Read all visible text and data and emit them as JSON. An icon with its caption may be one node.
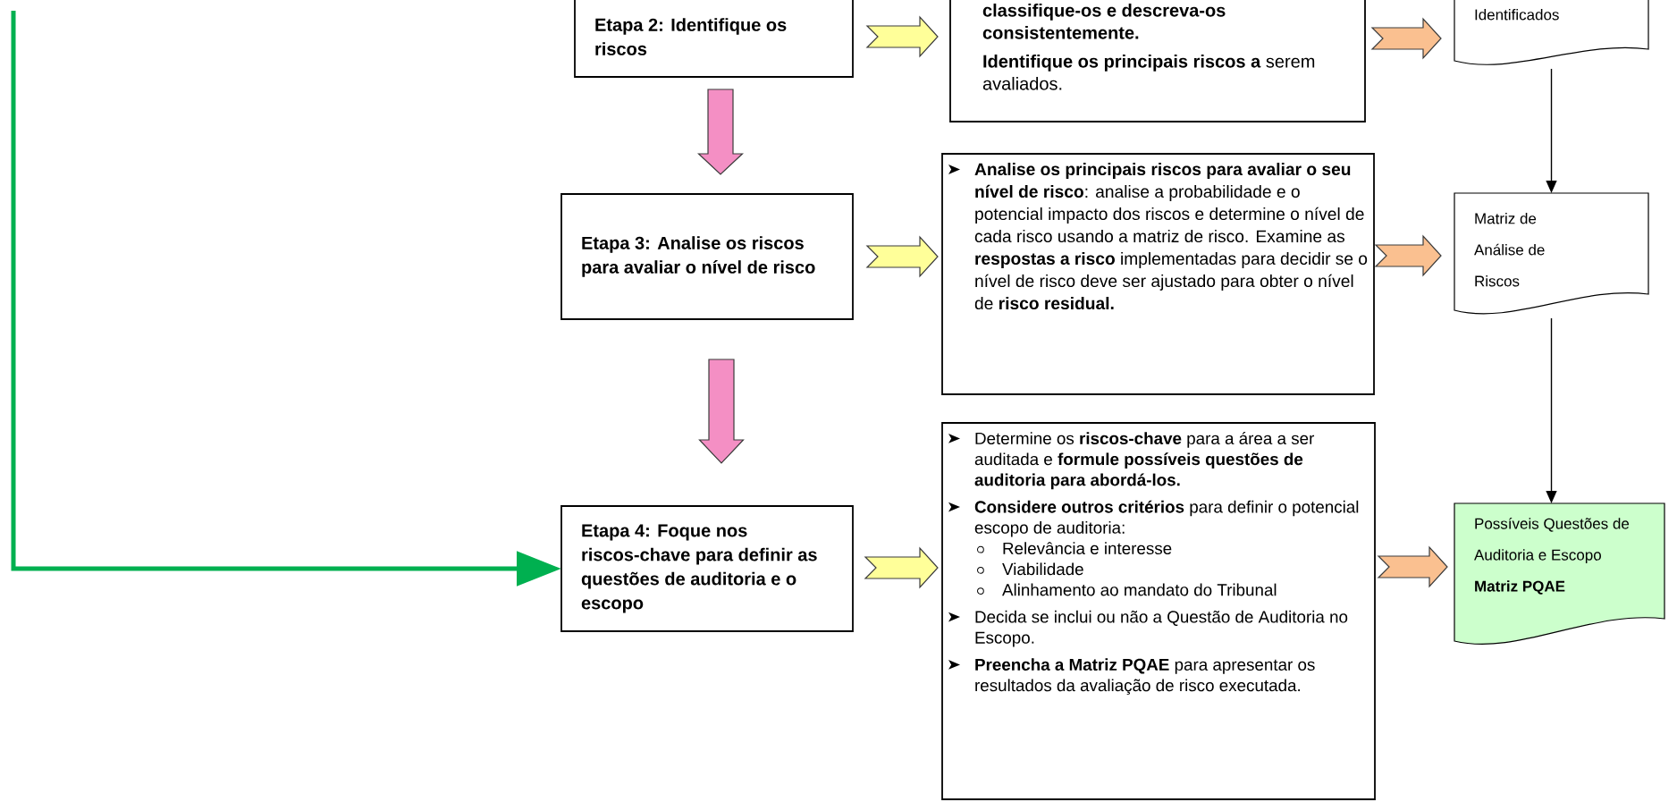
{
  "diagram": {
    "nodes": [
      {
        "text": [
          "Etapa 2: Identifique os riscos"
        ]
      },
      {
        "text": [
          "classifique-os e descreva-os consistentemente.",
          "**Identifique os principais riscos a** serem avaliados."
        ]
      },
      {
        "text": [
          "Identificados"
        ]
      },
      {
        "text": [
          "Etapa 3: Analise os riscos para avaliar o nível de risco"
        ]
      },
      {
        "text": [
          "**Analise os principais riscos para avaliar o seu nível de risco**: analise a probabilidade e o potencial impacto dos riscos e determine o nível de cada risco usando a matriz de risco. Examine as **respostas a risco** implementadas para decidir se o nível de risco deve ser ajustado para obter o nível de **risco residual.**"
        ]
      },
      {
        "text": [
          "Matriz de Análise de Riscos"
        ]
      },
      {
        "text": [
          "Etapa 4: Foque nos riscos-chave para definir as questões de auditoria e o escopo"
        ]
      },
      {
        "text": [
          "Determine os **riscos-chave** para a área a ser auditada e **formule possíveis questões de auditoria para abordá-los.**",
          "**Considere outros critérios** para definir o potencial escopo de auditoria:",
          "Relevância e interesse",
          "Viabilidade",
          "Alinhamento ao mandato do Tribunal",
          "Decida se inclui ou não a Questão de Auditoria no Escopo.",
          "**Preencha a Matriz PQAE** para apresentar os resultados da avaliação de risco executada."
        ]
      },
      {
        "text": [
          "Possíveis Questões de Auditoria e Escopo",
          "Matriz PQAE"
        ]
      }
    ],
    "edges": [
      {
        "from": 0,
        "to": 3,
        "arrow": "to",
        "style": "thick",
        "color": "#f48fc4"
      },
      {
        "from": 3,
        "to": 6,
        "arrow": "to",
        "style": "thick",
        "color": "#f48fc4"
      },
      {
        "from": 0,
        "to": 1,
        "arrow": "to",
        "style": "thick",
        "color": "#ffff99"
      },
      {
        "from": 1,
        "to": 2,
        "arrow": "to",
        "style": "thick",
        "color": "#fac090"
      },
      {
        "from": 3,
        "to": 4,
        "arrow": "to",
        "style": "thick",
        "color": "#ffff99"
      },
      {
        "from": 4,
        "to": 5,
        "arrow": "to",
        "style": "thick",
        "color": "#fac090"
      },
      {
        "from": 6,
        "to": 7,
        "arrow": "to",
        "style": "thick",
        "color": "#ffff99"
      },
      {
        "from": 7,
        "to": 8,
        "arrow": "to",
        "style": "thick",
        "color": "#fac090"
      },
      {
        "from": 2,
        "to": 5,
        "arrow": "to"
      },
      {
        "from": 5,
        "to": 8,
        "arrow": "to"
      },
      {
        "from": null,
        "to": 6,
        "arrow": "to",
        "style": "thick",
        "color": "#00b050"
      }
    ]
  }
}
